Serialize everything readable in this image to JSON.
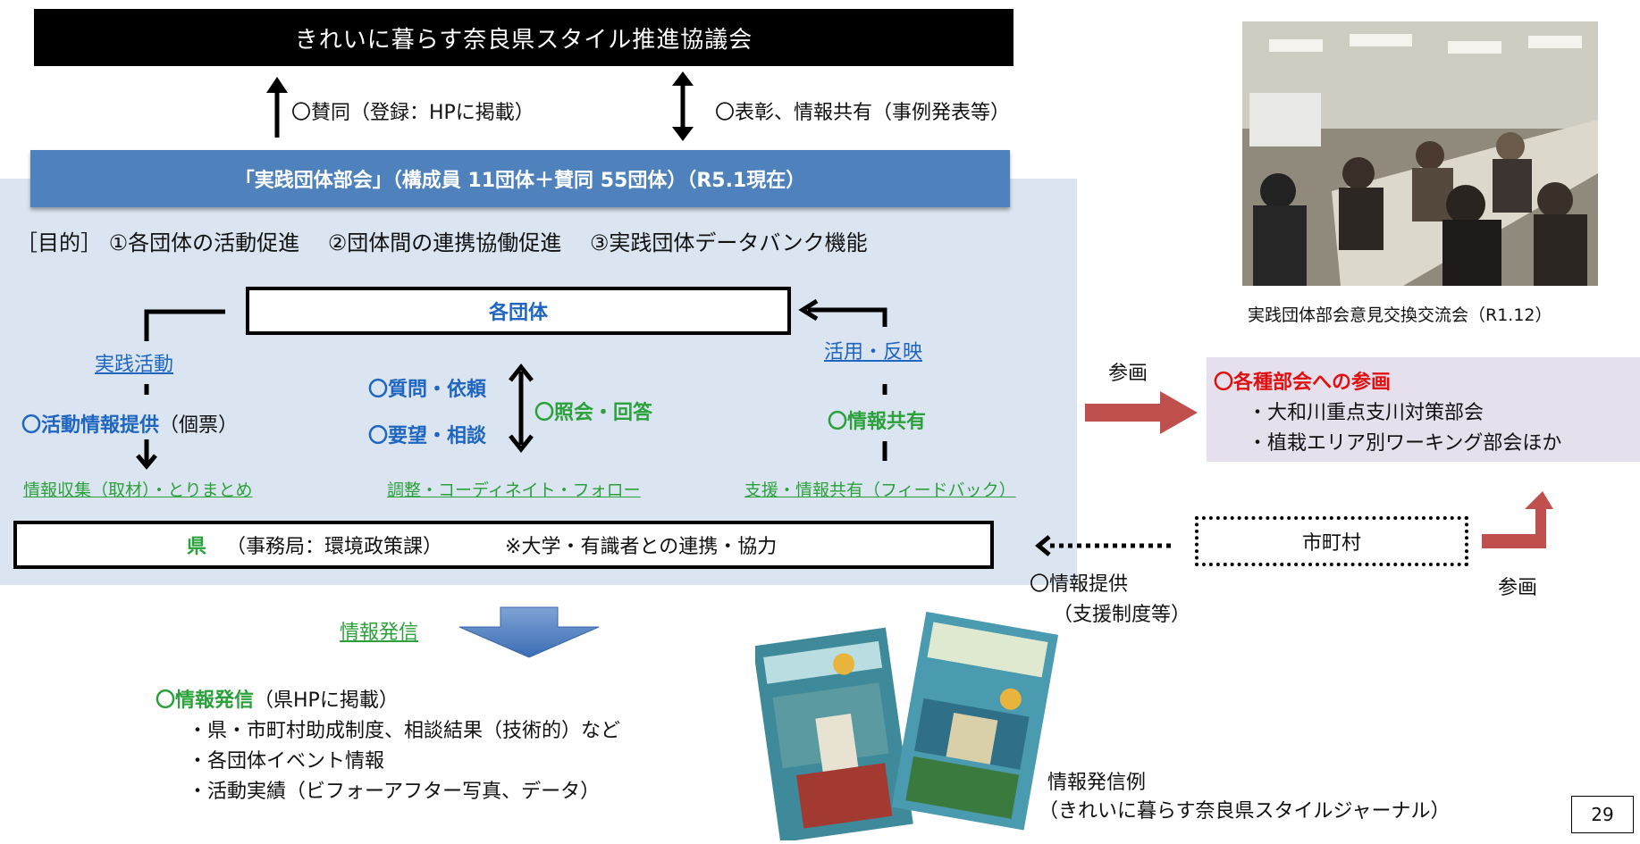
{
  "council": {
    "title": "きれいに暮らす奈良県スタイル推進協議会"
  },
  "top_relations": {
    "left": "〇賛同（登録：HPに掲載）",
    "right": "〇表彰、情報共有（事例発表等）"
  },
  "bureau": {
    "title": "「実践団体部会」（構成員 11団体＋賛同 55団体）（R5.1現在）"
  },
  "purpose": {
    "text": "［目的］ ①各団体の活動促進　 ②団体間の連携協働促進　 ③実践団体データバンク機能"
  },
  "groups": {
    "label": "各団体"
  },
  "left_flow": {
    "activity": "実践活動",
    "provide_bold": "〇活動情報提供",
    "provide_note": "（個票）",
    "collect": "情報収集（取材）・とりまとめ"
  },
  "center_flow": {
    "q1": "〇質問・依頼",
    "q2": "〇要望・相談",
    "reply": "〇照会・回答",
    "coordinate": "調整・コーディネイト・フォロー"
  },
  "right_flow": {
    "use": "活用・反映",
    "share": "〇情報共有",
    "support": "支援・情報共有（フィードバック）"
  },
  "prefecture": {
    "name": "県",
    "office": "（事務局：環境政策課）",
    "note": "※大学・有識者との連携・協力"
  },
  "dissemination": {
    "label": "情報発信",
    "heading_bold": "〇情報発信",
    "heading_note": "（県HPに掲載）",
    "items": [
      "・県・市町村助成制度、相談結果（技術的）など",
      "・各団体イベント情報",
      "・活動実績（ビフォーアフター写真、データ）"
    ]
  },
  "photo": {
    "caption": "実践団体部会意見交換交流会（R1.12）"
  },
  "participation": {
    "label_top": "参画",
    "label_bottom": "参画",
    "title": "〇各種部会への参画",
    "items": [
      "・大和川重点支川対策部会",
      "・植栽エリア別ワーキング部会ほか"
    ]
  },
  "municipality": {
    "label": "市町村",
    "info_line1": "〇情報提供",
    "info_line2": "（支援制度等）"
  },
  "example": {
    "line1": "情報発信例",
    "line2": "（きれいに暮らす奈良県スタイルジャーナル）"
  },
  "page": {
    "number": "29"
  },
  "colors": {
    "bar_blue": "#4f81bd",
    "panel_blue": "#dbe4f1",
    "text_blue": "#1f66c1",
    "text_green": "#2aa13a",
    "red_arrow": "#c0504d",
    "sub_bg": "#e6e0ec"
  }
}
